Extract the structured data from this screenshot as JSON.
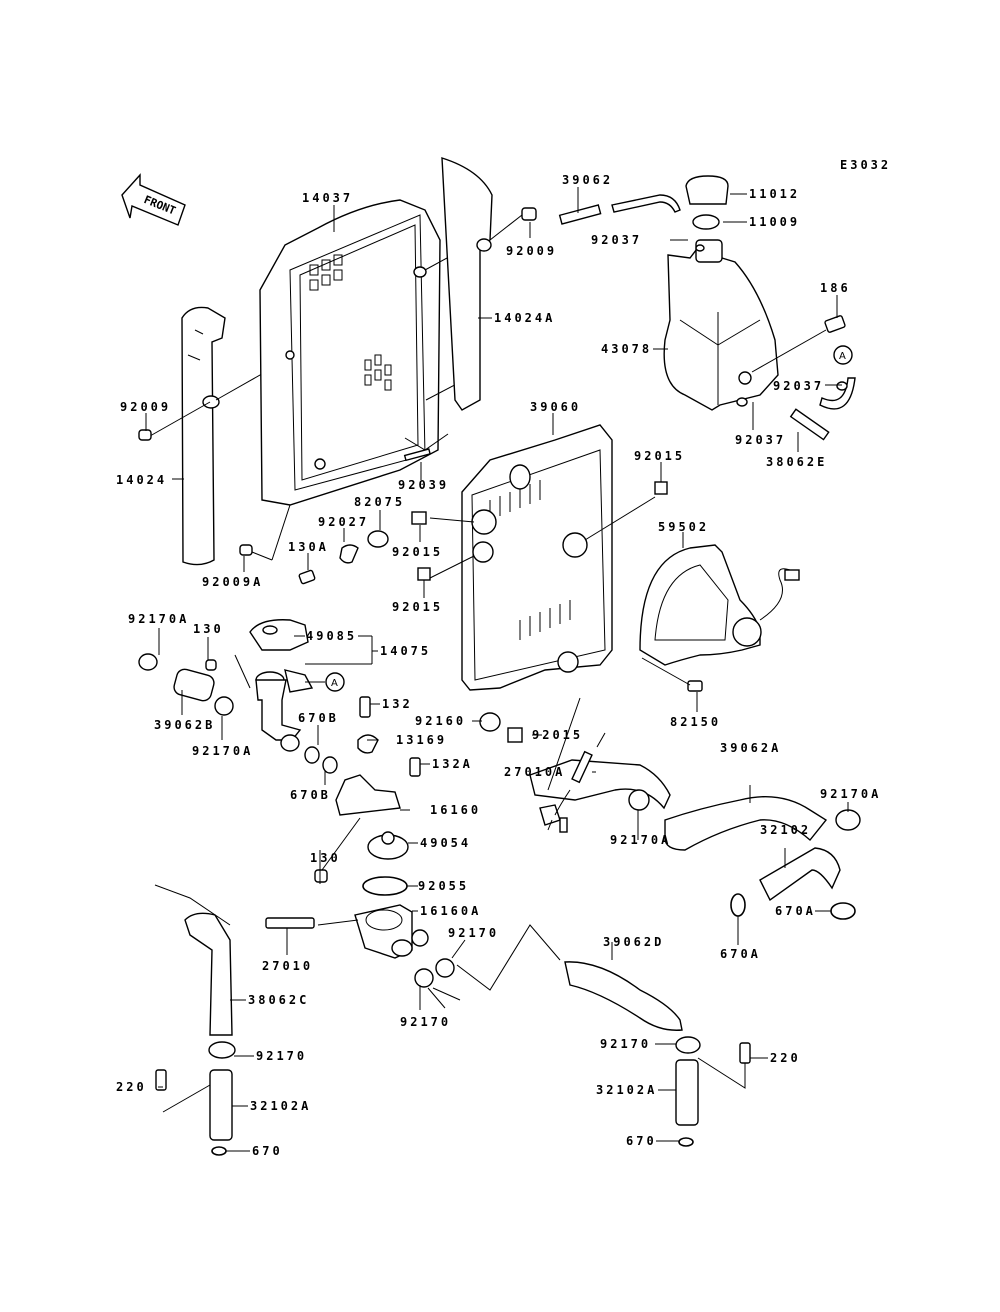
{
  "diagram_code": "E3032",
  "front_indicator": "FRONT",
  "callout_marker": "A",
  "parts": [
    {
      "id": "p14037",
      "label": "14037"
    },
    {
      "id": "p92009_top",
      "label": "92009"
    },
    {
      "id": "p14024A",
      "label": "14024A"
    },
    {
      "id": "p92009_left",
      "label": "92009"
    },
    {
      "id": "p14024",
      "label": "14024"
    },
    {
      "id": "p92039",
      "label": "92039"
    },
    {
      "id": "p92009A",
      "label": "92009A"
    },
    {
      "id": "p39062",
      "label": "39062"
    },
    {
      "id": "p11012",
      "label": "11012"
    },
    {
      "id": "p11009",
      "label": "11009"
    },
    {
      "id": "p92037_top",
      "label": "92037"
    },
    {
      "id": "p186",
      "label": "186"
    },
    {
      "id": "p43078",
      "label": "43078"
    },
    {
      "id": "p92037_right",
      "label": "92037"
    },
    {
      "id": "p92037_bottom",
      "label": "92037"
    },
    {
      "id": "p38062E",
      "label": "38062E"
    },
    {
      "id": "p39060",
      "label": "39060"
    },
    {
      "id": "p92015_a",
      "label": "92015"
    },
    {
      "id": "p82075",
      "label": "82075"
    },
    {
      "id": "p92027",
      "label": "92027"
    },
    {
      "id": "p92015_b",
      "label": "92015"
    },
    {
      "id": "p130A",
      "label": "130A"
    },
    {
      "id": "p92015_c",
      "label": "92015"
    },
    {
      "id": "p59502",
      "label": "59502"
    },
    {
      "id": "p92170A_1",
      "label": "92170A"
    },
    {
      "id": "p130_top",
      "label": "130"
    },
    {
      "id": "p49085",
      "label": "49085"
    },
    {
      "id": "p14075",
      "label": "14075"
    },
    {
      "id": "p39062B",
      "label": "39062B"
    },
    {
      "id": "p92170A_2",
      "label": "92170A"
    },
    {
      "id": "p132",
      "label": "132"
    },
    {
      "id": "p670B_1",
      "label": "670B"
    },
    {
      "id": "p92160",
      "label": "92160"
    },
    {
      "id": "p92015_d",
      "label": "92015"
    },
    {
      "id": "p13169",
      "label": "13169"
    },
    {
      "id": "p132A",
      "label": "132A"
    },
    {
      "id": "p670B_2",
      "label": "670B"
    },
    {
      "id": "p16160",
      "label": "16160"
    },
    {
      "id": "p27010A",
      "label": "27010A"
    },
    {
      "id": "p82150",
      "label": "82150"
    },
    {
      "id": "p39062A",
      "label": "39062A"
    },
    {
      "id": "p92170A_3",
      "label": "92170A"
    },
    {
      "id": "p92170A_4",
      "label": "92170A"
    },
    {
      "id": "p130_bottom",
      "label": "130"
    },
    {
      "id": "p49054",
      "label": "49054"
    },
    {
      "id": "p32102",
      "label": "32102"
    },
    {
      "id": "p92055",
      "label": "92055"
    },
    {
      "id": "p16160A",
      "label": "16160A"
    },
    {
      "id": "p670A_1",
      "label": "670A"
    },
    {
      "id": "p670A_2",
      "label": "670A"
    },
    {
      "id": "p27010",
      "label": "27010"
    },
    {
      "id": "p92170_1",
      "label": "92170"
    },
    {
      "id": "p39062D",
      "label": "39062D"
    },
    {
      "id": "p38062C",
      "label": "38062C"
    },
    {
      "id": "p92170_2",
      "label": "92170"
    },
    {
      "id": "p92170_3",
      "label": "92170"
    },
    {
      "id": "p220_left",
      "label": "220"
    },
    {
      "id": "p32102A_left",
      "label": "32102A"
    },
    {
      "id": "p670_left",
      "label": "670"
    },
    {
      "id": "p92170_4",
      "label": "92170"
    },
    {
      "id": "p220_right",
      "label": "220"
    },
    {
      "id": "p32102A_right",
      "label": "32102A"
    },
    {
      "id": "p670_right",
      "label": "670"
    }
  ]
}
